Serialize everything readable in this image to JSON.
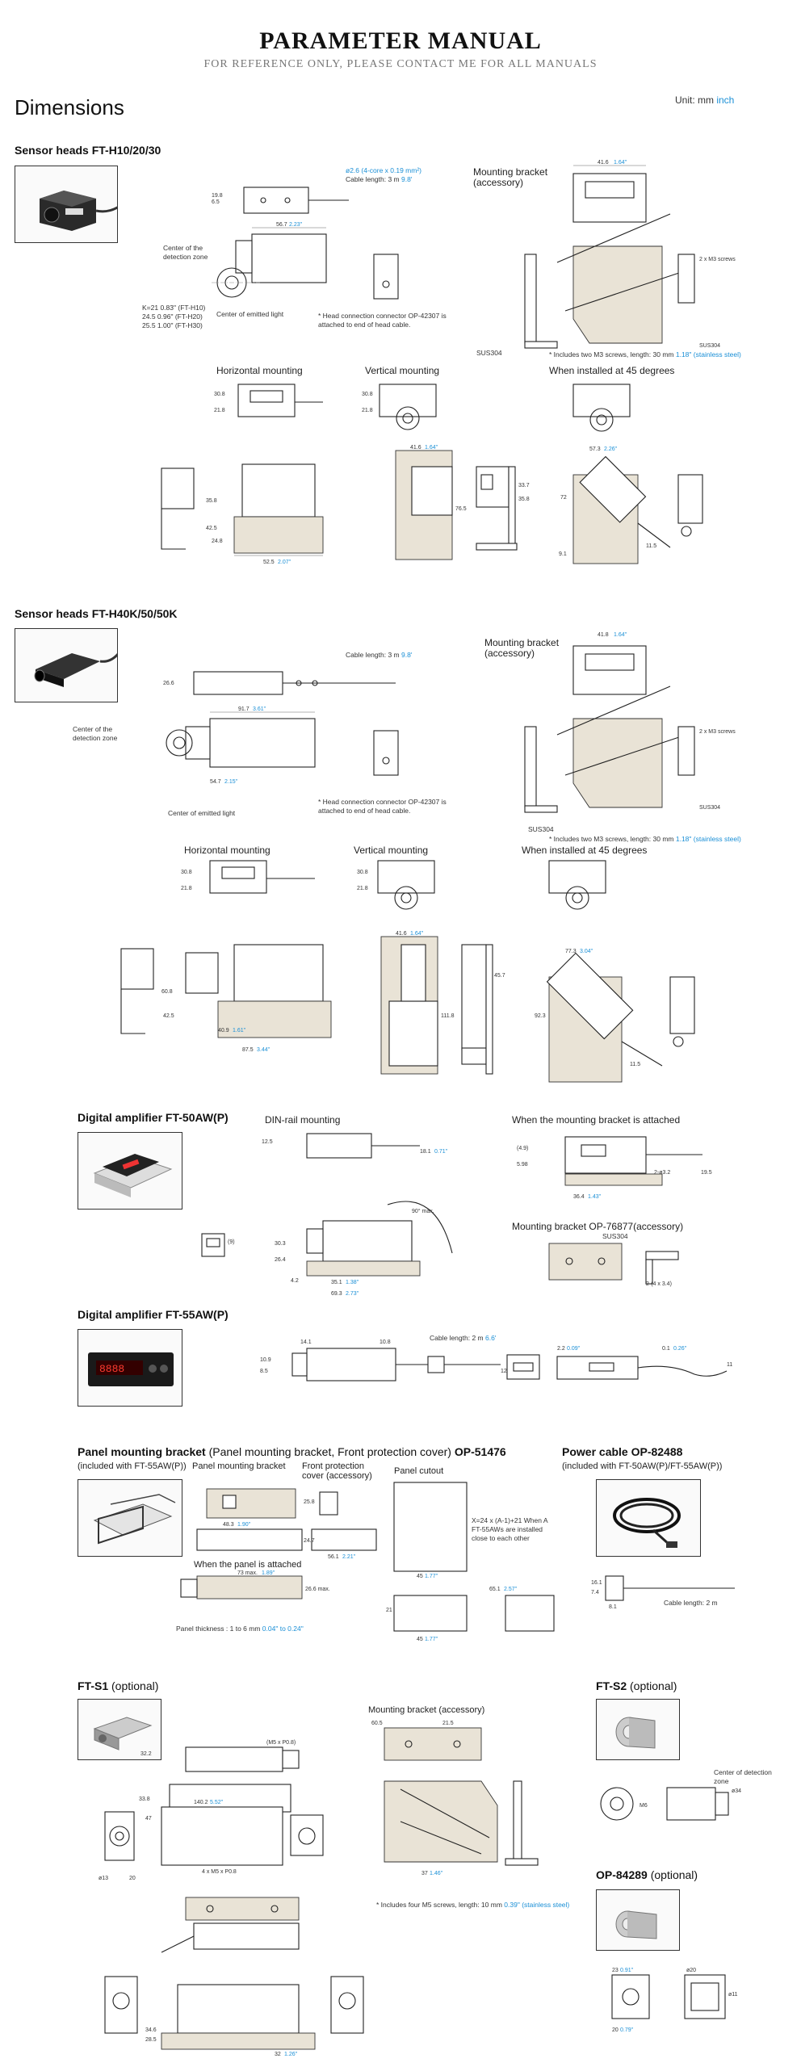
{
  "header": {
    "title": "PARAMETER MANUAL",
    "subtitle": "FOR REFERENCE ONLY, PLEASE CONTACT ME FOR ALL MANUALS"
  },
  "page": {
    "heading": "Dimensions",
    "unit_label": "Unit: mm",
    "unit_alt": "inch"
  },
  "sections": {
    "h10": {
      "title": "Sensor heads FT-H10/20/30",
      "mounting_bracket": "Mounting bracket",
      "accessory": "(accessory)",
      "horizontal": "Horizontal mounting",
      "vertical": "Vertical mounting",
      "at45": "When installed at 45 degrees",
      "cable_note": "Cable length: 3 m",
      "cable_inch": "9.8'",
      "conductor": "ø2.6 (4-core x 0.19 mm²)",
      "center_detection": "Center of the detection zone",
      "center_emitted": "Center of emitted light",
      "connector_note": "* Head connection connector OP-42307 is attached to end of head cable.",
      "screws_note": "* Includes two M3 screws, length: 30 mm",
      "screws_inch": "1.18\" (stainless steel)",
      "sus": "SUS304",
      "screw_m3": "2 x M3 screws",
      "k_values": [
        "K=21 0.83\" (FT-H10)",
        "24.5 0.96\" (FT-H20)",
        "25.5 1.00\" (FT-H30)"
      ]
    },
    "h40": {
      "title": "Sensor heads  FT-H40K/50/50K",
      "mounting_bracket": "Mounting bracket",
      "accessory": "(accessory)",
      "horizontal": "Horizontal mounting",
      "vertical": "Vertical mounting",
      "at45": "When installed at 45 degrees",
      "cable_note": "Cable length: 3 m",
      "cable_inch": "9.8'",
      "center_detection": "Center of the detection zone",
      "center_emitted": "Center of emitted light",
      "connector_note": "* Head connection connector OP-42307 is attached to end of head cable.",
      "screws_note": "* Includes two M3 screws, length: 30 mm",
      "screws_inch": "1.18\" (stainless steel)",
      "sus": "SUS304",
      "screw_m3": "2 x M3 screws"
    },
    "fs50": {
      "title": "Digital amplifier FT-50AW(P)",
      "din": "DIN-rail mounting",
      "bracket_attached": "When the mounting bracket is attached",
      "bracket_accessory": "Mounting bracket OP-76877(accessory)",
      "sus": "SUS304"
    },
    "fs55": {
      "title": "Digital amplifier FT-55AW(P)",
      "cable_note": "Cable length: 2 m",
      "cable_inch": "6.6'"
    },
    "panel": {
      "title_bold": "Panel mounting bracket",
      "title_normal": " (Panel mounting bracket, Front protection cover) ",
      "title_code": "OP-51476",
      "included": "(included with FT-55AW(P))",
      "bracket_label": "Panel mounting bracket",
      "cover_label": "Front protection cover (accessory)",
      "cutout_label": "Panel cutout",
      "panel_attached": "When the panel is attached",
      "thickness": "Panel thickness : 1 to 6 mm",
      "thickness_inch": "0.04\" to 0.24\"",
      "cutout_note": "X=24 x (A-1)+21 When A FT-55AWs are installed close to each other"
    },
    "cable": {
      "title": "Power cable OP-82488",
      "included": "(included with FT-50AW(P)/FT-55AW(P))",
      "cable_note": "Cable length: 2 m"
    },
    "s1": {
      "title": "FT-S1",
      "optional": " (optional)",
      "mounting_bracket": "Mounting bracket (accessory)",
      "screws_note": "* Includes four M5 screws, length: 10 mm",
      "screws_inch": "0.39\" (stainless steel)"
    },
    "s2": {
      "title": "FT-S2",
      "optional": " (optional)",
      "center_detection": "Center of detection zone"
    },
    "op84289": {
      "title": "OP-84289",
      "optional": " (optional)"
    }
  }
}
